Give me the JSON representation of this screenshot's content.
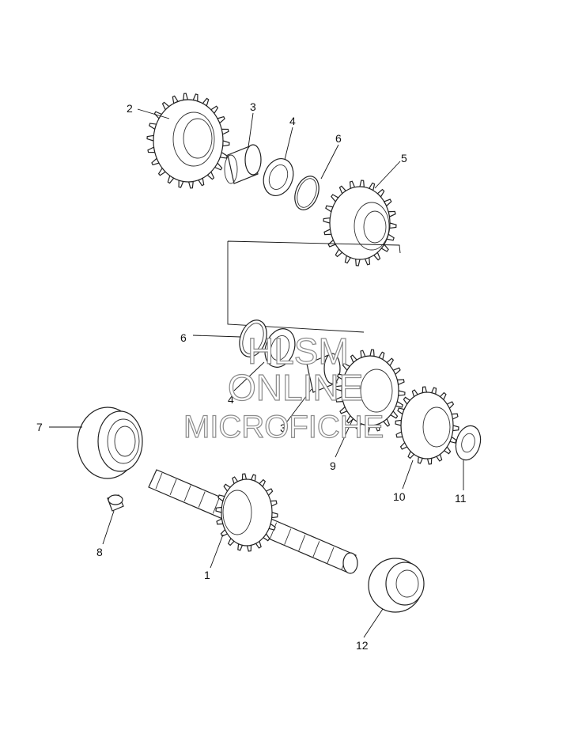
{
  "callouts": {
    "c1": "1",
    "c2": "2",
    "c3a": "3",
    "c3b": "3",
    "c4a": "4",
    "c4b": "4",
    "c5": "5",
    "c6a": "6",
    "c6b": "6",
    "c7": "7",
    "c8": "8",
    "c9": "9",
    "c10": "10",
    "c11": "11",
    "c12": "12"
  },
  "watermark": {
    "line1": "HLSM",
    "line2": "ONLINE",
    "line3": "MICROFICHE"
  },
  "colors": {
    "line": "#222222",
    "watermark_outline": "#8a8a8a",
    "background": "#ffffff"
  }
}
